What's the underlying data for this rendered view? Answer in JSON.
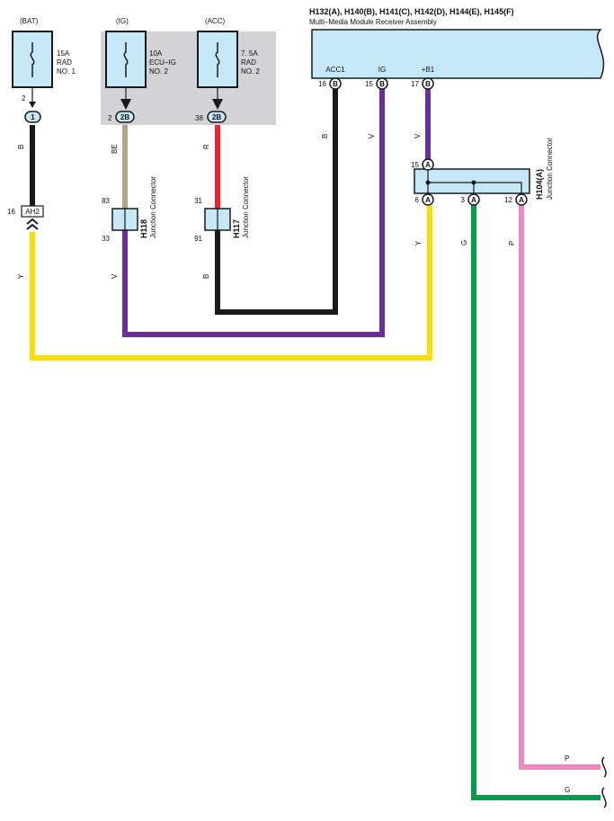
{
  "colors": {
    "black": "#1a1a1a",
    "beige": "#b5a48c",
    "red": "#f0232d",
    "violet": "#6a2f96",
    "yellow": "#ffdd00",
    "green": "#0d9a4c",
    "pink": "#ee88bf",
    "connector_fill": "#c6e8f6",
    "shade": "#d3d3d5"
  },
  "fuses": [
    {
      "source": "(BAT)",
      "rating": "15A",
      "name_l1": "RAD",
      "name_l2": "NO. 1",
      "out_pin": "2"
    },
    {
      "source": "(IG)",
      "rating": "10A",
      "name_l1": "ECU–IG",
      "name_l2": "NO. 2",
      "out_pin": "2"
    },
    {
      "source": "(ACC)",
      "rating": "7. 5A",
      "name_l1": "RAD",
      "name_l2": "NO. 2",
      "out_pin": "38"
    }
  ],
  "fuse_connectors": [
    "1",
    "2B",
    "2B"
  ],
  "junction_blocks": [
    {
      "id": "H118",
      "label": "Junction Connector",
      "pin_in": "83",
      "pin_out": "33"
    },
    {
      "id": "H117",
      "label": "Junction Connector",
      "pin_in": "31",
      "pin_out": "91"
    }
  ],
  "inline_connector": {
    "pin": "16",
    "label": "AH2"
  },
  "receiver": {
    "title": "H132(A), H140(B), H141(C), H142(D), H144(E), H145(F)",
    "subtitle": "Multi–Media Module Receiver Assembly",
    "terminals": [
      {
        "name": "ACC1",
        "pin": "16",
        "conn": "B"
      },
      {
        "name": "IG",
        "pin": "15",
        "conn": "B"
      },
      {
        "name": "+B1",
        "pin": "17",
        "conn": "B"
      }
    ]
  },
  "h104": {
    "id": "H104(A)",
    "label": "Junction Connector",
    "top_pin": "15",
    "bottom_pins": [
      "6",
      "3",
      "12"
    ],
    "conn": "A"
  },
  "wire_labels": {
    "bat": "B",
    "ig": "BE",
    "acc": "R",
    "acc1": "B",
    "ig_v": "V",
    "b1": "V",
    "yellow": "Y",
    "violet_low": "V",
    "black_low": "B",
    "h104_y": "Y",
    "h104_g": "G",
    "h104_p": "P",
    "end_p": "P",
    "end_g": "G"
  }
}
